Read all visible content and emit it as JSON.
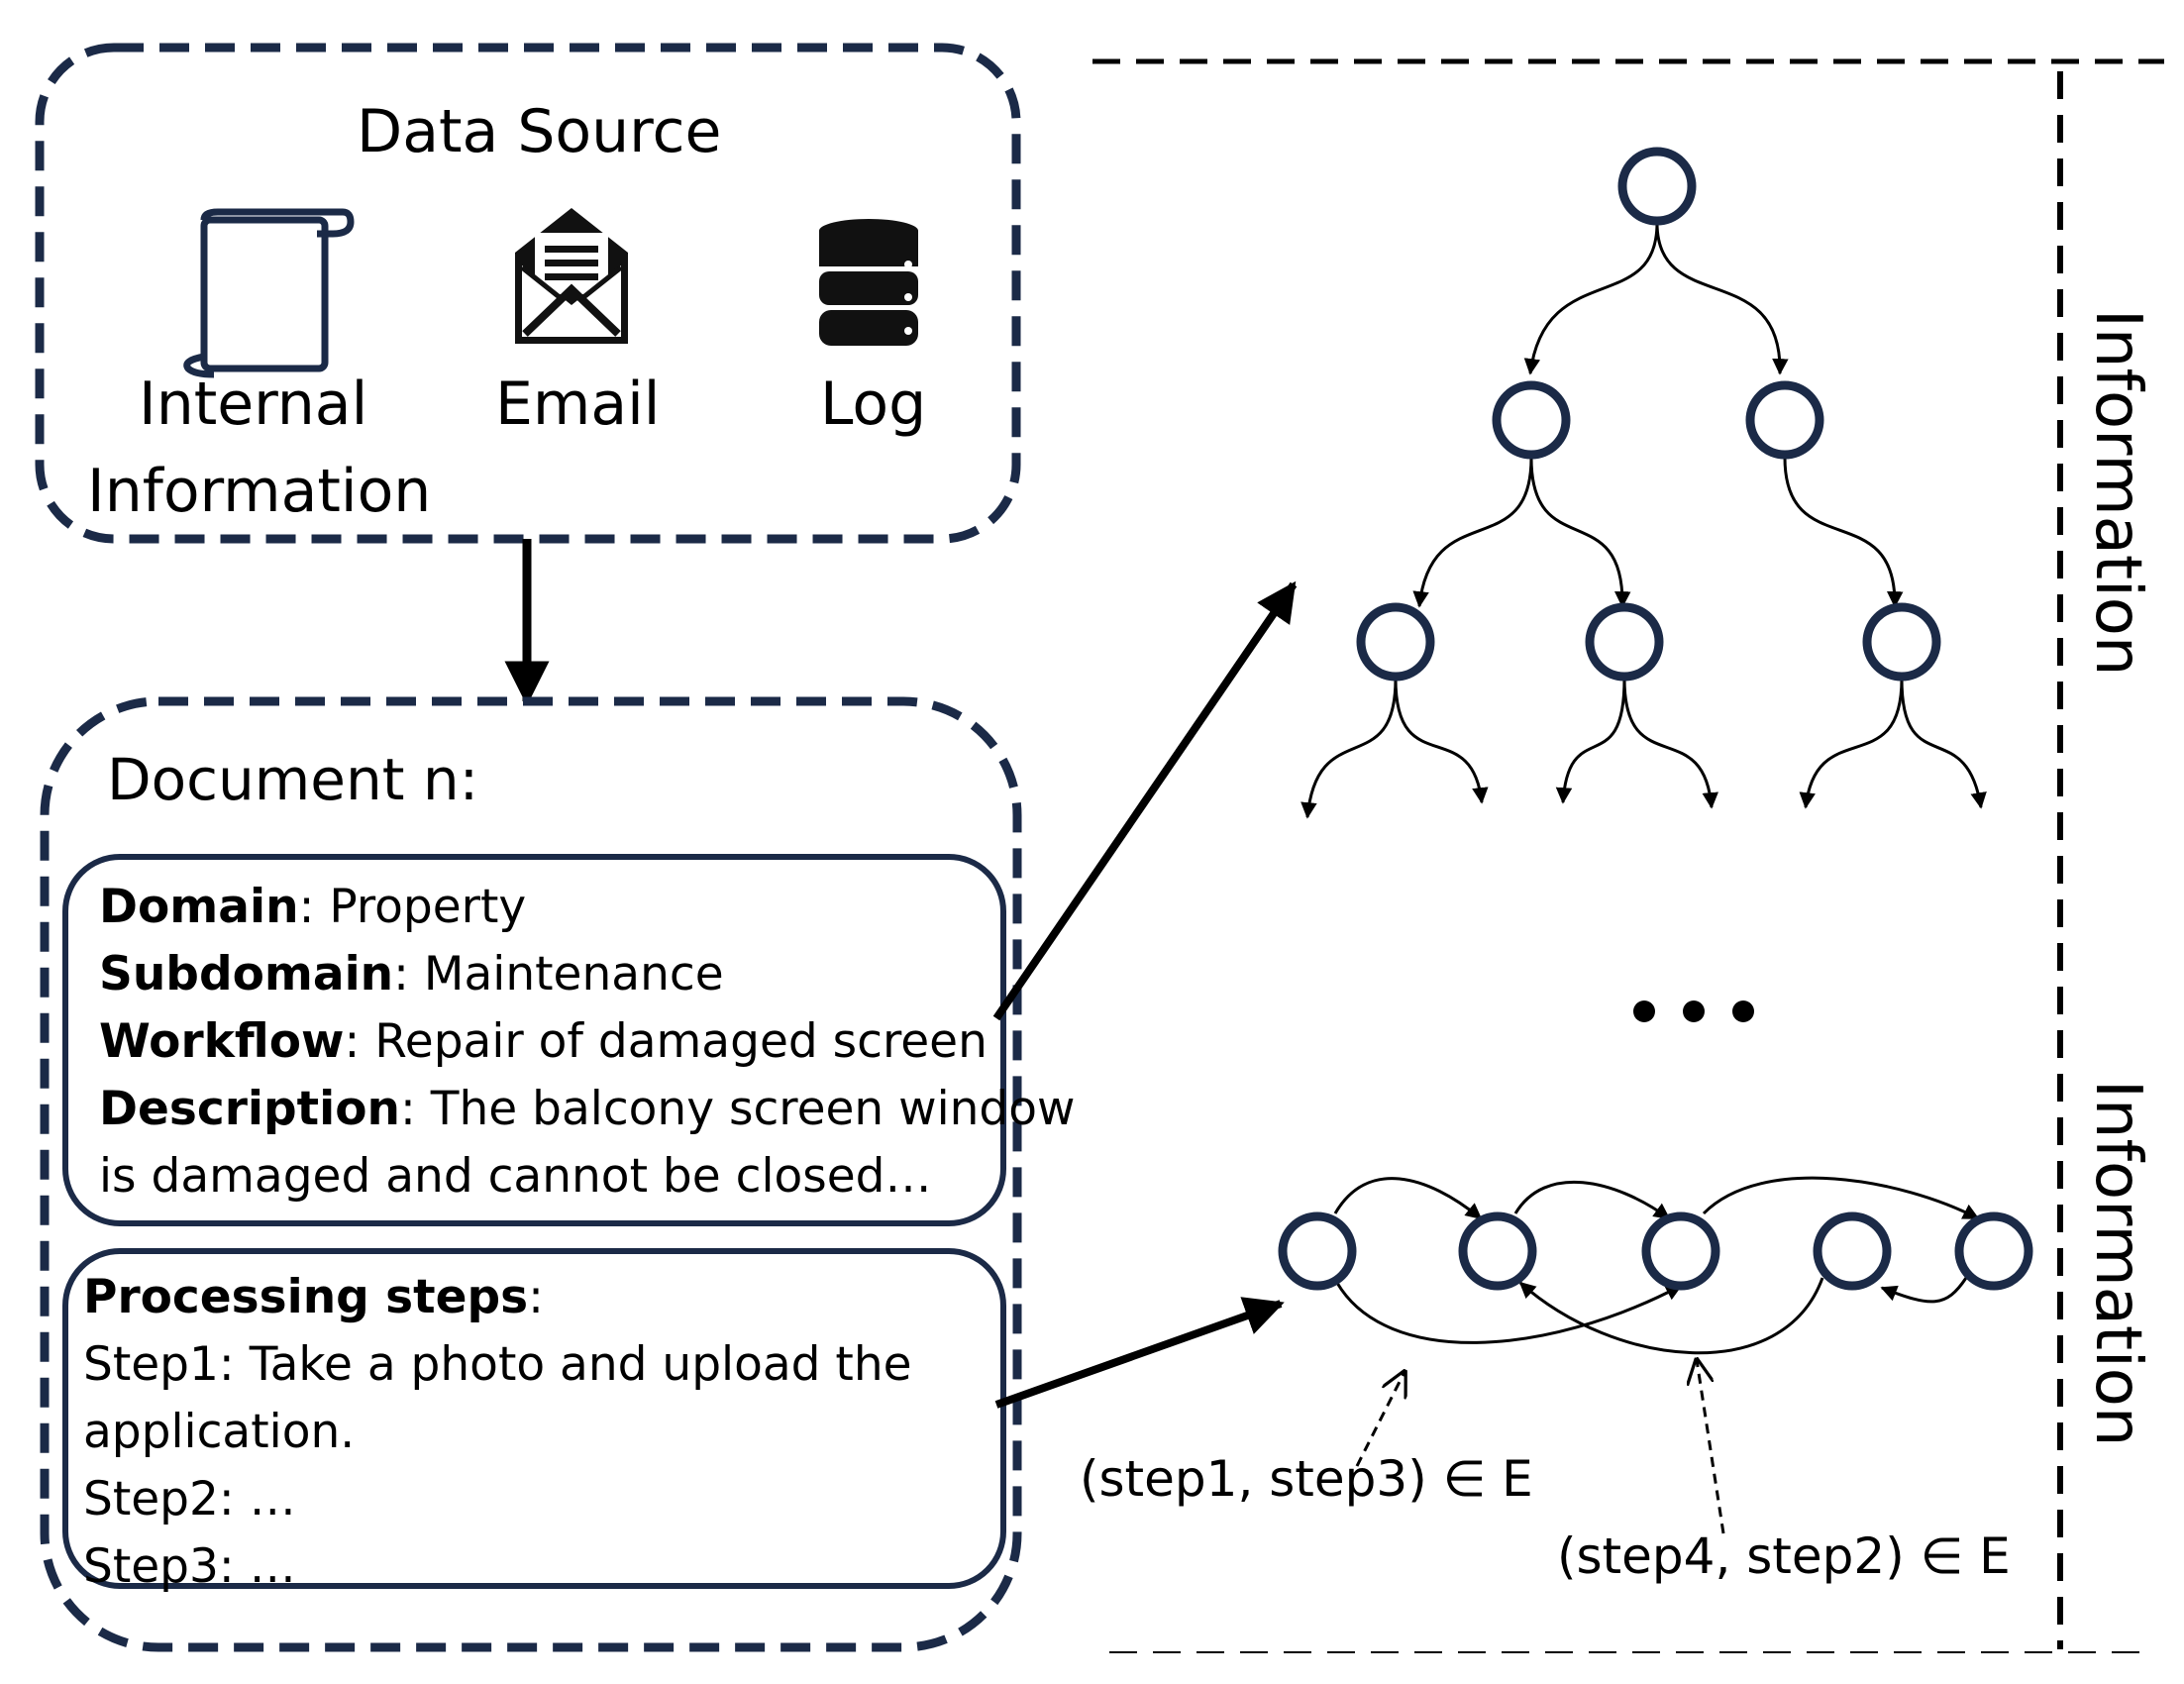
{
  "data_source": {
    "title": "Data Source",
    "items": [
      {
        "label_line1": "Internal",
        "label_line2": "Information",
        "icon": "scroll-icon"
      },
      {
        "label": "Email",
        "icon": "open-envelope-icon"
      },
      {
        "label": "Log",
        "icon": "database-icon"
      }
    ]
  },
  "document": {
    "title": "Document n:",
    "fields": [
      {
        "key": "Domain",
        "value": ": Property"
      },
      {
        "key": "Subdomain",
        "value": ": Maintenance"
      },
      {
        "key": "Workflow",
        "value": ": Repair of damaged screen"
      },
      {
        "key": "Description",
        "value": ": The balcony screen window"
      }
    ],
    "description_cont": "is damaged and cannot be closed…",
    "processing": {
      "key": "Processing steps",
      "colon": ":",
      "lines": [
        "Step1: Take a photo and upload the",
        "application.",
        "Step2: …",
        "Step3: …"
      ]
    }
  },
  "graph": {
    "side_label_top": "Information",
    "side_label_bottom": "Information",
    "ellipsis": "…",
    "edge_label_1": "(step1, step3) ∈ E",
    "edge_label_2": "(step4, step2) ∈ E"
  },
  "colors": {
    "navy": "#1b2a47",
    "line": "#000000"
  }
}
